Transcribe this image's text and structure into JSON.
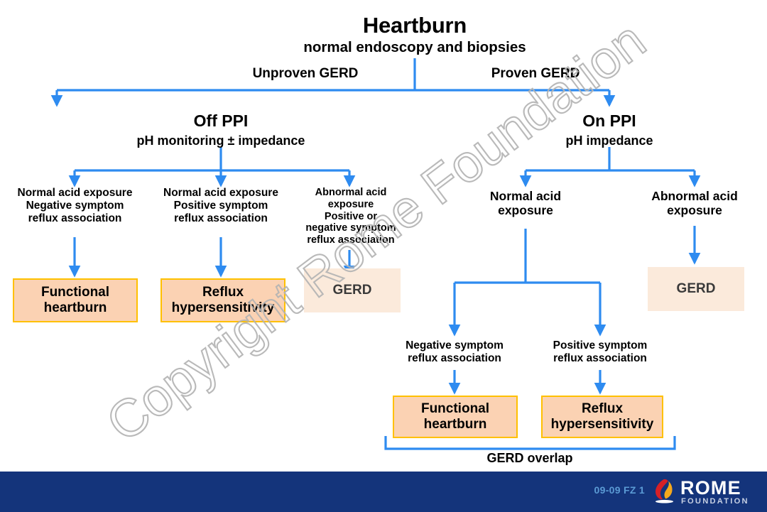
{
  "diagram": {
    "title": "Heartburn",
    "subtitle": "normal endoscopy and biopsies",
    "branch_left_label": "Unproven GERD",
    "branch_right_label": "Proven GERD",
    "left_stage": {
      "title": "Off PPI",
      "subtitle": "pH monitoring ± impedance"
    },
    "right_stage": {
      "title": "On PPI",
      "subtitle": "pH impedance"
    },
    "left_conditions": [
      "Normal acid exposure\nNegative symptom\nreflux association",
      "Normal acid exposure\nPositive symptom\nreflux association",
      "Abnormal acid\nexposure\nPositive or\nnegative symptom\nreflux association"
    ],
    "left_outcomes": [
      "Functional\nheartburn",
      "Reflux\nhypersensitivity",
      "GERD"
    ],
    "right_conditions": [
      "Normal acid\nexposure",
      "Abnormal acid\nexposure"
    ],
    "right_outcome": "GERD",
    "right_sub_conditions": [
      "Negative symptom\nreflux association",
      "Positive symptom\nreflux association"
    ],
    "right_sub_outcomes": [
      "Functional\nheartburn",
      "Reflux\nhypersensitivity"
    ],
    "overlap_label": "GERD overlap",
    "watermark": "Copyright Rome Foundation",
    "colors": {
      "connector": "#2e8bf0",
      "box_fill": "#fbd2b3",
      "box_border": "#ffc000",
      "box_plain_fill": "#fbeadb",
      "footer_bg": "#14347b",
      "footer_code": "#5b9bd5"
    }
  },
  "footer": {
    "code": "09-09  FZ 1",
    "logo_primary": "ROME",
    "logo_secondary": "FOUNDATION"
  }
}
